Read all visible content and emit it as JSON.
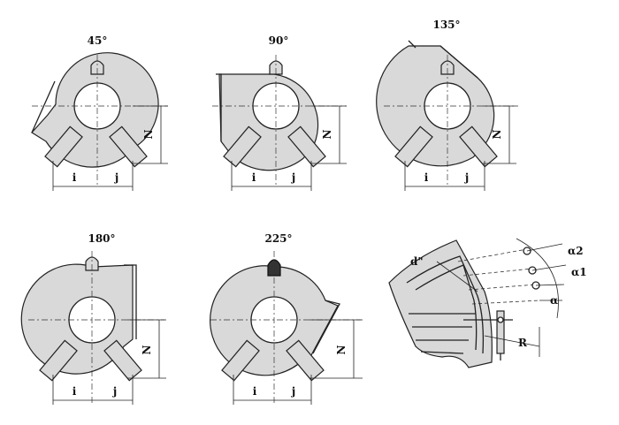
{
  "diagram": {
    "views": [
      {
        "angle_label": "45°",
        "dim_i": "i",
        "dim_j": "j",
        "dim_n": "N"
      },
      {
        "angle_label": "90°",
        "dim_i": "i",
        "dim_j": "j",
        "dim_n": "N"
      },
      {
        "angle_label": "135°",
        "dim_i": "i",
        "dim_j": "j",
        "dim_n": "N"
      },
      {
        "angle_label": "180°",
        "dim_i": "i",
        "dim_j": "j",
        "dim_n": "N"
      },
      {
        "angle_label": "225°",
        "dim_i": "i",
        "dim_j": "j",
        "dim_n": "N"
      }
    ],
    "detail": {
      "label_d": "d\"",
      "label_alpha2": "α2",
      "label_alpha1": "α1",
      "label_alpha": "α",
      "label_r": "R"
    }
  }
}
